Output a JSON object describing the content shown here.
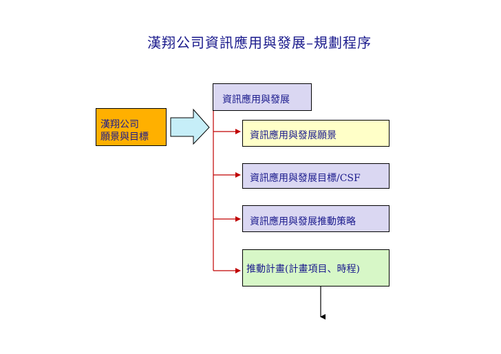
{
  "title": "漢翔公司資訊應用與發展–規劃程序",
  "top_box": {
    "label": "資訊應用與發展"
  },
  "left_box": {
    "line1": "漢翔公司",
    "line2": "願景與目標"
  },
  "steps": [
    {
      "label": "資訊應用與發展願景"
    },
    {
      "label": "資訊應用與發展目標/CSF"
    },
    {
      "label": "資訊應用與發展推動策略"
    },
    {
      "label": "推動計畫(計畫項目、時程)"
    }
  ],
  "colors": {
    "text": "#1a1a8c",
    "connector": "#c00000",
    "big_arrow_fill": "#c6eef8",
    "orange": "#ffb000",
    "lavender": "#dad7f2",
    "yellow": "#ffffc8",
    "green": "#d7f7c7"
  }
}
